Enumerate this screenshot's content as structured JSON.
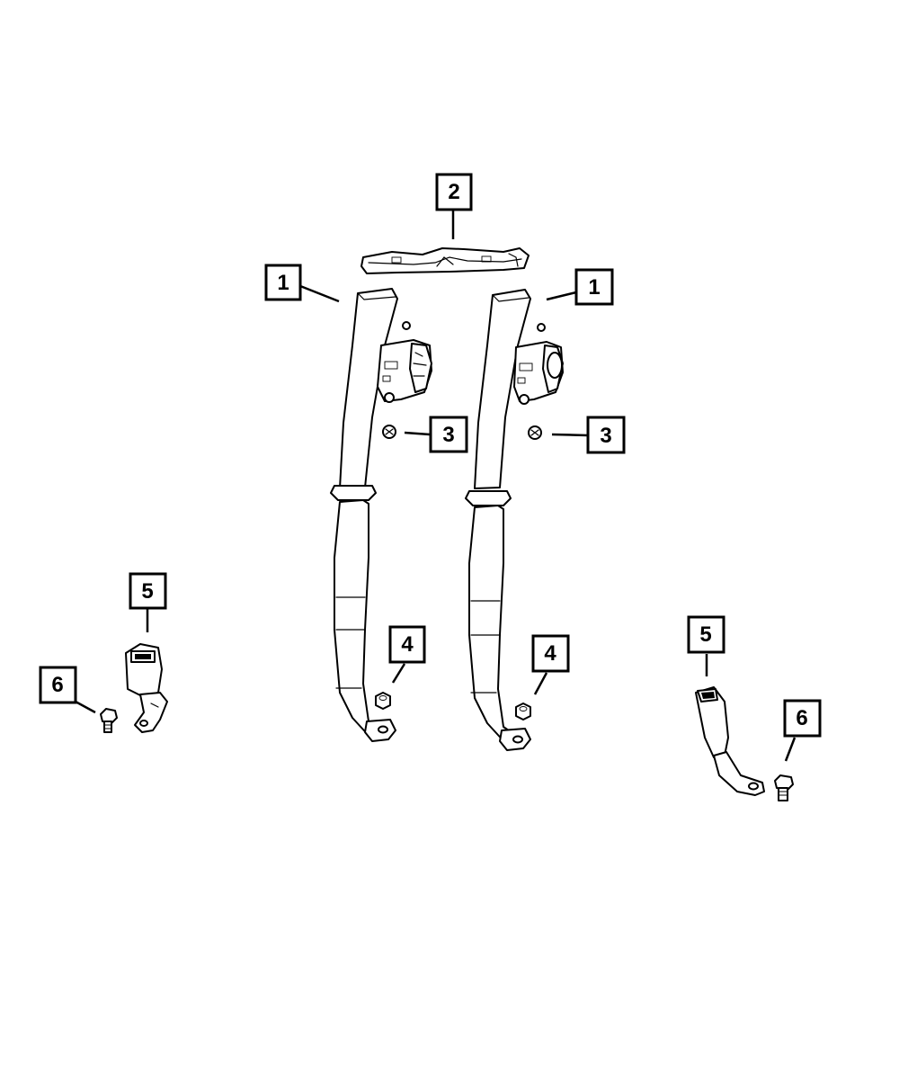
{
  "diagram": {
    "callouts": [
      {
        "id": "c1a",
        "label": "1"
      },
      {
        "id": "c1b",
        "label": "1"
      },
      {
        "id": "c2",
        "label": "2"
      },
      {
        "id": "c3a",
        "label": "3"
      },
      {
        "id": "c3b",
        "label": "3"
      },
      {
        "id": "c4a",
        "label": "4"
      },
      {
        "id": "c4b",
        "label": "4"
      },
      {
        "id": "c5a",
        "label": "5"
      },
      {
        "id": "c5b",
        "label": "5"
      },
      {
        "id": "c6a",
        "label": "6"
      },
      {
        "id": "c6b",
        "label": "6"
      }
    ]
  }
}
